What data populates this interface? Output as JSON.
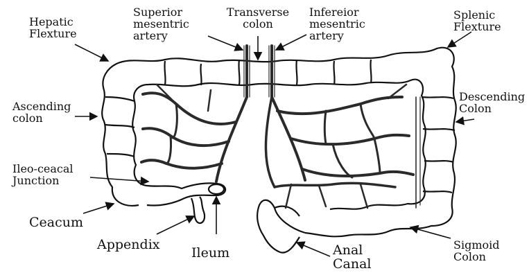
{
  "labels": {
    "hepatic_flexure": [
      "Hepatic",
      "Flexture"
    ],
    "superior_mesentric_artery": [
      "Superior",
      "mesentric",
      "artery"
    ],
    "transverse_colon": [
      "Transverse",
      "colon"
    ],
    "inferior_mesentric_artery": [
      "Infereior",
      "mesentric",
      "artery"
    ],
    "splenic_flexure": [
      "Splenic",
      "Flexture"
    ],
    "ascending_colon": [
      "Ascending",
      "colon"
    ],
    "descending_colon": [
      "Descending",
      "Colon"
    ],
    "ileo_caecal_junction": [
      "Ileo-ceacal",
      "Junction"
    ],
    "caecum": "Ceacum",
    "appendix": "Appendix",
    "ileum": "Ileum",
    "anal_canal": [
      "Anal",
      "Canal"
    ],
    "sigmoid_colon": [
      "Sigmoid",
      "Colon"
    ]
  },
  "colors": {
    "ink": "#111111",
    "vessel": "#2a2a2a",
    "background": "#ffffff"
  }
}
